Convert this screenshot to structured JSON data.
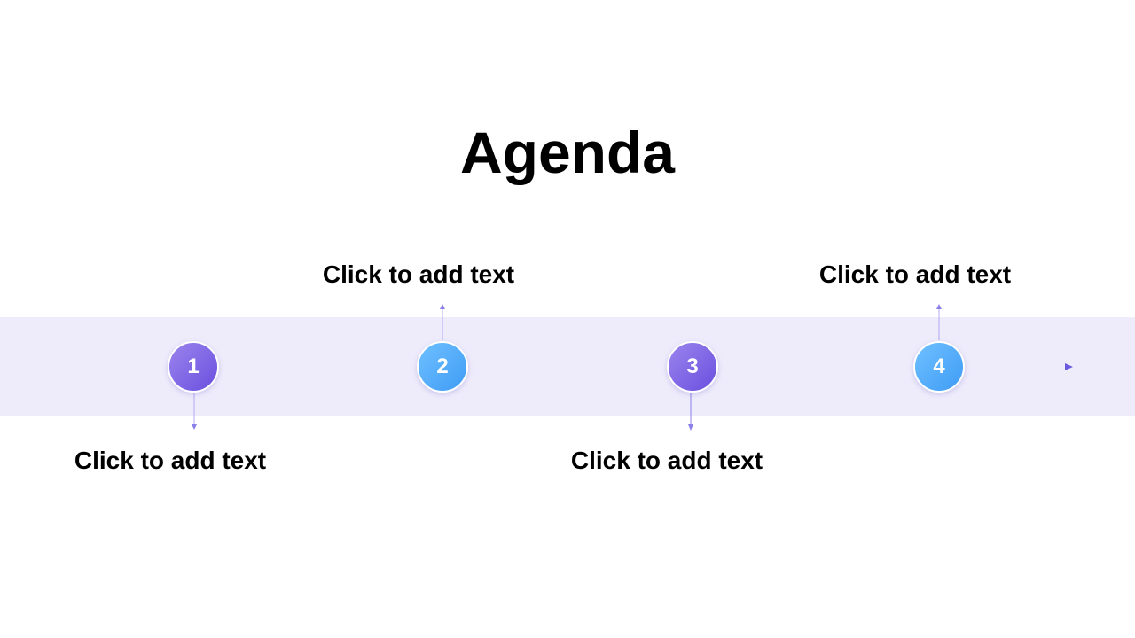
{
  "slide": {
    "title": "Agenda",
    "items": [
      {
        "number": "1",
        "text": "Click to add text",
        "color": "#7b62e6",
        "position": "below"
      },
      {
        "number": "2",
        "text": "Click to add text",
        "color": "#4fa9f8",
        "position": "above"
      },
      {
        "number": "3",
        "text": "Click to add text",
        "color": "#7b62e6",
        "position": "below"
      },
      {
        "number": "4",
        "text": "Click to add text",
        "color": "#4fa9f8",
        "position": "above"
      }
    ]
  },
  "colors": {
    "band": "#eeecfb",
    "line": "#8b7fe8",
    "purple": "#7b62e6",
    "blue": "#4fa9f8"
  }
}
